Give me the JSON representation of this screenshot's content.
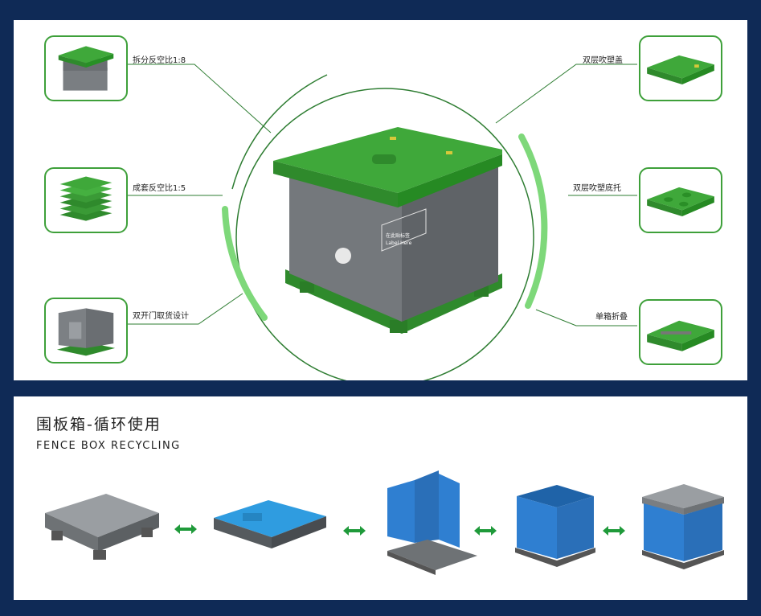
{
  "features_left": [
    {
      "label": "拆分反空比1:8",
      "icon": "stacked-box-icon"
    },
    {
      "label": "成套反空比1:5",
      "icon": "pallet-stack-icon"
    },
    {
      "label": "双开门取货设计",
      "icon": "open-door-box-icon"
    }
  ],
  "features_right": [
    {
      "label": "双层吹塑盖",
      "icon": "lid-icon"
    },
    {
      "label": "双层吹塑底托",
      "icon": "pallet-base-icon"
    },
    {
      "label": "单箱折叠",
      "icon": "folded-box-icon"
    }
  ],
  "product": {
    "label_cn": "在此贴标签",
    "label_en": "Label Here"
  },
  "recycling": {
    "title": "围板箱-循环使用",
    "subtitle": "FENCE BOX RECYCLING"
  },
  "colors": {
    "background": "#0f2a56",
    "accent_green": "#3ea03a",
    "box_grey": "#6e7275",
    "box_blue": "#2f7fd1"
  }
}
